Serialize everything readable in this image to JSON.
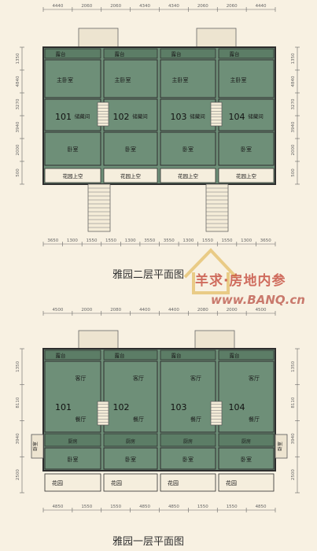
{
  "plans": [
    {
      "title": "雅园二层平面图",
      "dims_top": [
        "4440",
        "2060",
        "2060",
        "4340",
        "4340",
        "2060",
        "2060",
        "4440"
      ],
      "dims_bottom": [
        "3650",
        "1300",
        "1550",
        "1550",
        "1300",
        "3550",
        "3550",
        "1300",
        "1550",
        "1550",
        "1300",
        "3650"
      ],
      "dims_left": [
        "1350",
        "4840",
        "3270",
        "3940",
        "2000",
        "500"
      ],
      "dims_right": [
        "1350",
        "4840",
        "3270",
        "3940",
        "2000",
        "500"
      ],
      "units": [
        {
          "number": "101",
          "balcony": "露台",
          "master": "主卧室",
          "storage": "储藏间",
          "bedroom": "卧室",
          "garden_void": "花园上空"
        },
        {
          "number": "102",
          "balcony": "露台",
          "master": "主卧室",
          "storage": "储藏间",
          "bedroom": "卧室",
          "garden_void": "花园上空"
        },
        {
          "number": "103",
          "balcony": "露台",
          "master": "主卧室",
          "storage": "储藏间",
          "bedroom": "卧室",
          "garden_void": "花园上空"
        },
        {
          "number": "104",
          "balcony": "露台",
          "master": "主卧室",
          "storage": "储藏间",
          "bedroom": "卧室",
          "garden_void": "花园上空"
        }
      ]
    },
    {
      "title": "雅园一层平面图",
      "dims_top": [
        "4500",
        "2000",
        "2080",
        "4400",
        "4400",
        "2080",
        "2000",
        "4500"
      ],
      "dims_bottom": [
        "4850",
        "1550",
        "1550",
        "4850",
        "4850",
        "1550",
        "1550",
        "4850"
      ],
      "dims_left": [
        "1350",
        "8110",
        "3940",
        "2500"
      ],
      "dims_right": [
        "1350",
        "8110",
        "3940",
        "2500"
      ],
      "side_label": "卧室",
      "units": [
        {
          "number": "101",
          "balcony": "露台",
          "living": "客厅",
          "dining": "餐厅",
          "bedroom": "卧室",
          "kitchen": "厨房",
          "garden": "花园"
        },
        {
          "number": "102",
          "balcony": "露台",
          "living": "客厅",
          "dining": "餐厅",
          "bedroom": "卧室",
          "kitchen": "厨房",
          "garden": "花园"
        },
        {
          "number": "103",
          "balcony": "露台",
          "living": "客厅",
          "dining": "餐厅",
          "bedroom": "卧室",
          "kitchen": "厨房",
          "garden": "花园"
        },
        {
          "number": "104",
          "balcony": "露台",
          "living": "客厅",
          "dining": "餐厅",
          "bedroom": "卧室",
          "kitchen": "厨房",
          "garden": "花园"
        }
      ]
    }
  ],
  "watermark": {
    "line1": "羊求·房地内参",
    "line2": "www.BANQ.cn"
  },
  "colors": {
    "room": "#6e8f78",
    "room_dark": "#5c7d66",
    "wall": "#2e2e2e",
    "paper": "#f8f1e2",
    "dim": "#666666"
  }
}
